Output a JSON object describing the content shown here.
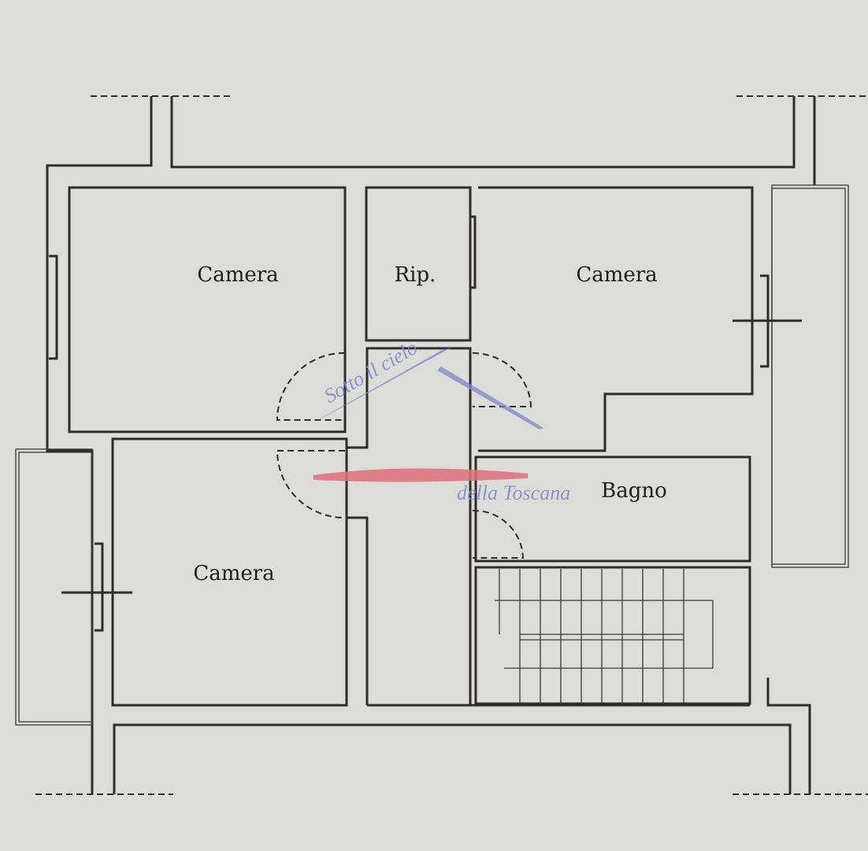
{
  "rooms": {
    "camera_top_left": "Camera",
    "ripostiglio": "Rip.",
    "camera_top_right": "Camera",
    "bagno": "Bagno",
    "camera_bottom_left": "Camera"
  },
  "watermark": {
    "line1": "Sotto il cielo",
    "line2": "della Toscana",
    "colors": {
      "blue": "#7f88c4",
      "red": "#e0707a"
    }
  },
  "colors": {
    "paper": "#dcdcd9",
    "ink": "#2e2b2b"
  }
}
